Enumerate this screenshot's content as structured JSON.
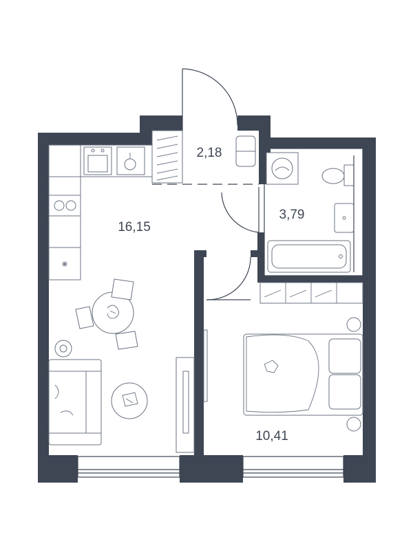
{
  "rooms": [
    {
      "id": "hall",
      "area": "2,18"
    },
    {
      "id": "bathroom",
      "area": "3,79"
    },
    {
      "id": "kitchen-living",
      "area": "16,15"
    },
    {
      "id": "bedroom",
      "area": "10,41"
    }
  ],
  "colors": {
    "wall": "#3e4654",
    "furniture_stroke": "#6a7280",
    "background": "#ffffff"
  }
}
